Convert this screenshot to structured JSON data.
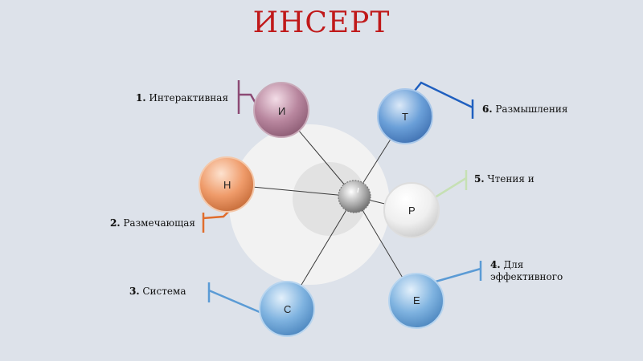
{
  "title": "ИНСЕРТ",
  "nodes": [
    {
      "letter": "И",
      "color": "#b8869e",
      "label_num": "1.",
      "label_text": "Интерактивная",
      "label_cont": ""
    },
    {
      "letter": "Н",
      "color": "#ef9b6a",
      "label_num": "2.",
      "label_text": "Размечающая",
      "label_cont": ""
    },
    {
      "letter": "С",
      "color": "#7fb3e0",
      "label_num": "3.",
      "label_text": "Система",
      "label_cont": ""
    },
    {
      "letter": "Е",
      "color": "#7fb3e0",
      "label_num": "4.",
      "label_text": "Для",
      "label_cont": "эффективного"
    },
    {
      "letter": "Р",
      "color": "#f1f1f1",
      "label_num": "5.",
      "label_text": "Чтения и",
      "label_cont": ""
    },
    {
      "letter": "Т",
      "color": "#6a9fd8",
      "label_num": "6.",
      "label_text": "Размышления",
      "label_cont": ""
    }
  ],
  "connector_colors": [
    "#8c4a75",
    "#e06d2d",
    "#5b9bd5",
    "#5b9bd5",
    "#c6e0b4",
    "#1f5fbf"
  ]
}
